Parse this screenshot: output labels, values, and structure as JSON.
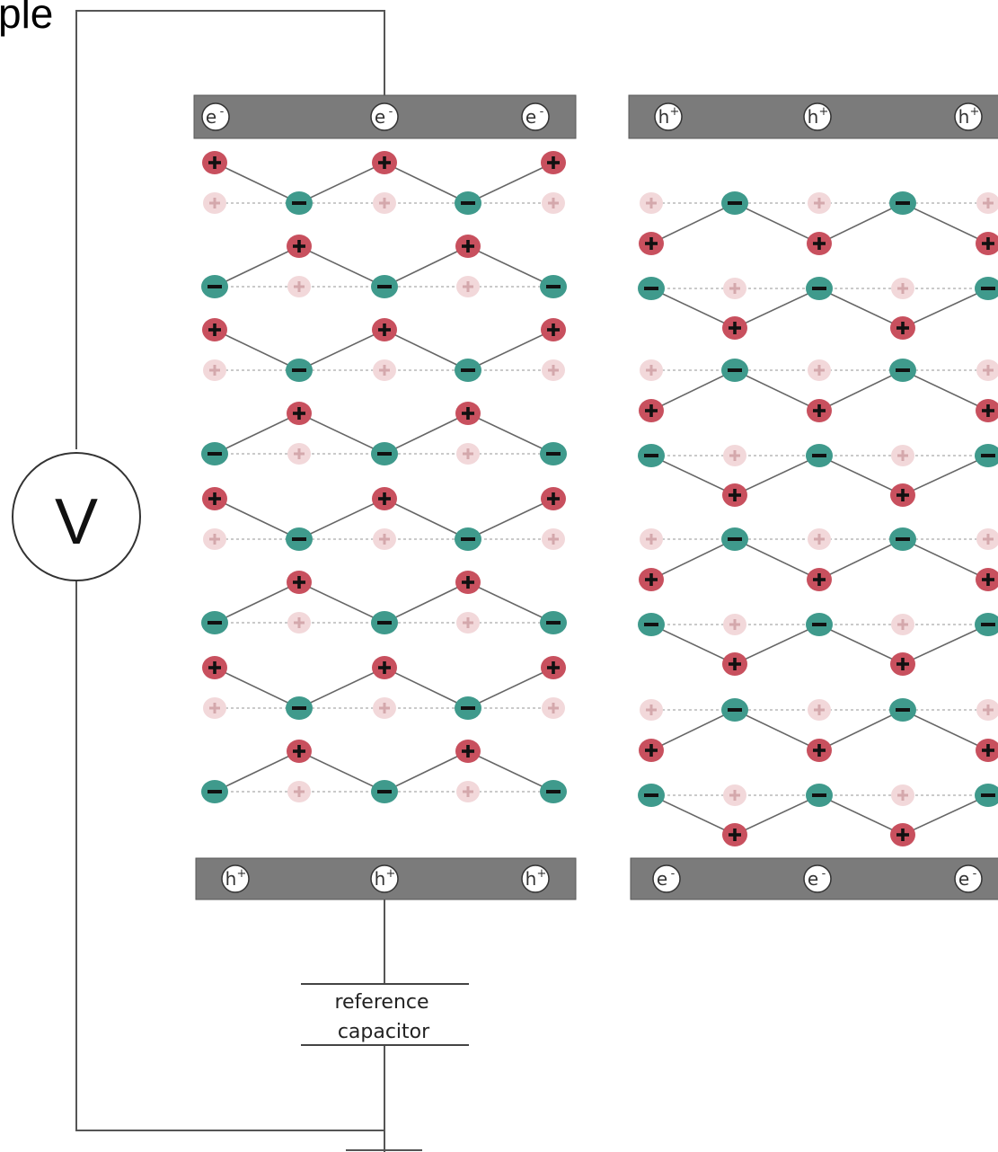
{
  "corner_text": "ple",
  "voltmeter": {
    "symbol": "V"
  },
  "reference_capacitor": {
    "line1": "reference",
    "line2": "capacitor"
  },
  "panels": [
    {
      "name": "left",
      "top_electrode": {
        "carrier": "e",
        "superscript": "-",
        "count": 3
      },
      "bottom_electrode": {
        "carrier": "h",
        "superscript": "+",
        "count": 3
      }
    },
    {
      "name": "right",
      "top_electrode": {
        "carrier": "h",
        "superscript": "+",
        "count": 3
      },
      "bottom_electrode": {
        "carrier": "e",
        "superscript": "-",
        "count": 3
      }
    }
  ],
  "colors": {
    "electrode": "#7c7c7c",
    "wire": "#555555",
    "positive": "#c8505e",
    "positive_faded": "#f2d8da",
    "negative": "#3f9a8c"
  }
}
